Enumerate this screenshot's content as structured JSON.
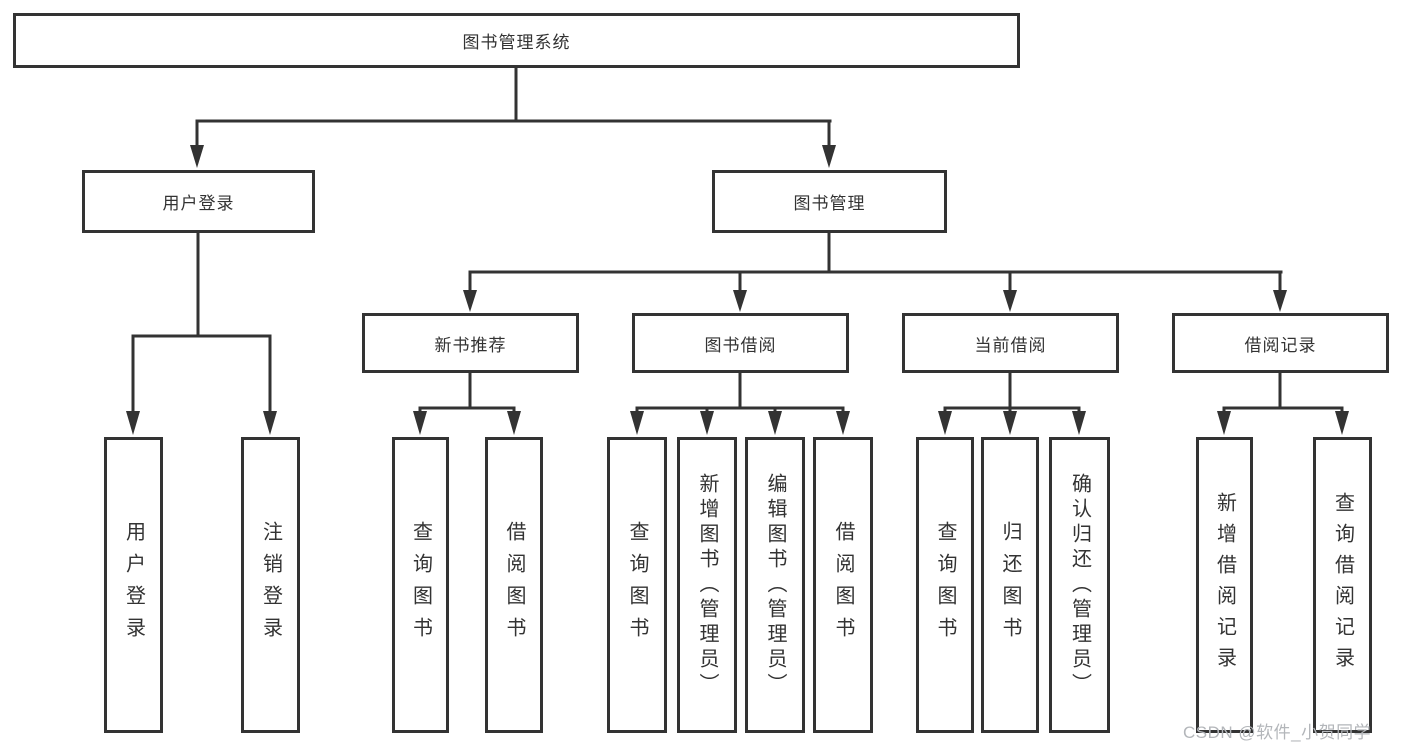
{
  "tree": {
    "root": "图书管理系统",
    "user_login": {
      "label": "用户登录",
      "children": [
        "用户登录",
        "注销登录"
      ]
    },
    "book_mgmt": {
      "label": "图书管理",
      "new_book": {
        "label": "新书推荐",
        "children": [
          "查询图书",
          "借阅图书"
        ]
      },
      "borrow": {
        "label": "图书借阅",
        "children": [
          "查询图书",
          "新增图书（管理员）",
          "编辑图书（管理员）",
          "借阅图书"
        ]
      },
      "current": {
        "label": "当前借阅",
        "children": [
          "查询图书",
          "归还图书",
          "确认归还（管理员）"
        ]
      },
      "records": {
        "label": "借阅记录",
        "children": [
          "新增借阅记录",
          "查询借阅记录"
        ]
      }
    }
  },
  "watermark": "CSDN @软件_小贺同学",
  "colors": {
    "line": "#333333",
    "box_border": "#333333",
    "text": "#333333",
    "background": "#ffffff",
    "watermark": "#b3b6ba"
  }
}
